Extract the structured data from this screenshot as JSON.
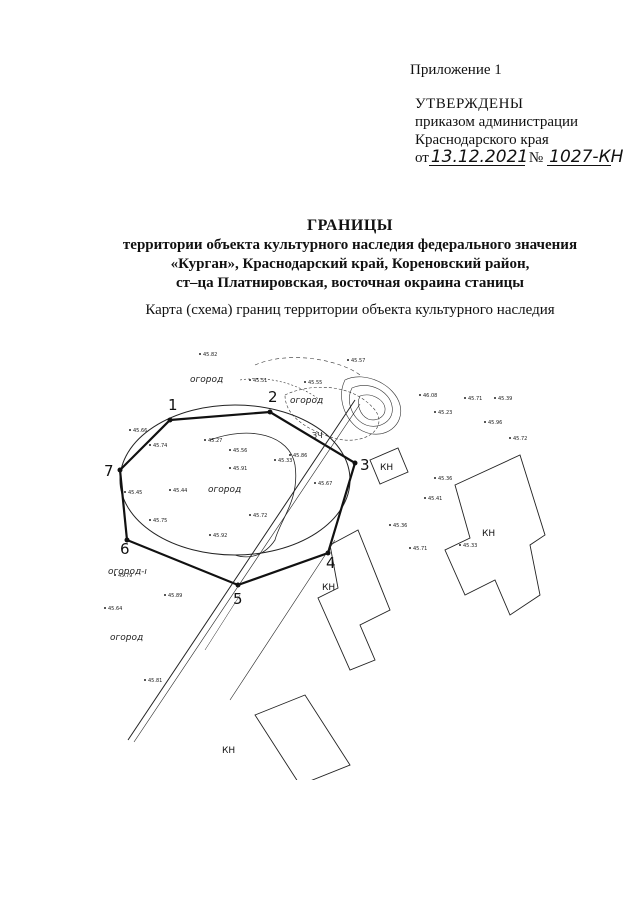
{
  "header": {
    "appendix": "Приложение 1",
    "approved": "УТВЕРЖДЕНЫ",
    "approved_by_line1": "приказом администрации",
    "approved_by_line2": "Краснодарского края",
    "from_label": "от",
    "date": "13.12.2021",
    "number_label": "№",
    "number": "1027-КН"
  },
  "title": {
    "main": "ГРАНИЦЫ",
    "line1": "территории объекта культурного наследия федерального значения",
    "line2": "«Курган», Краснодарский край, Кореновский район,",
    "line3": "ст–ца Платнировская, восточная окраина станицы"
  },
  "subtitle": "Карта (схема) границ территории объекта культурного наследия",
  "map": {
    "boundary_points": [
      "1",
      "2",
      "3",
      "4",
      "5",
      "6",
      "7"
    ],
    "building_label": "КН",
    "garden_labels": [
      "огород",
      "огород",
      "огород",
      "огород-ı",
      "огород"
    ],
    "spot_heights": [
      "45.82",
      "45.51",
      "45.55",
      "45.57",
      "46.08",
      "45.71",
      "45.39",
      "45.23",
      "45.96",
      "45.72",
      "45.66",
      "45.74",
      "45.27",
      "45.56",
      "45.33",
      "45.86",
      "45.91",
      "45.67",
      "45.44",
      "45.45",
      "45.72",
      "45.75",
      "45.92",
      "45.36",
      "45.41",
      "45.36",
      "45.71",
      "45.33",
      "45.79",
      "45.64",
      "45.89",
      "45.81"
    ],
    "contour_label": "ЗЧ"
  },
  "colors": {
    "ink": "#111111",
    "paper": "#ffffff"
  }
}
